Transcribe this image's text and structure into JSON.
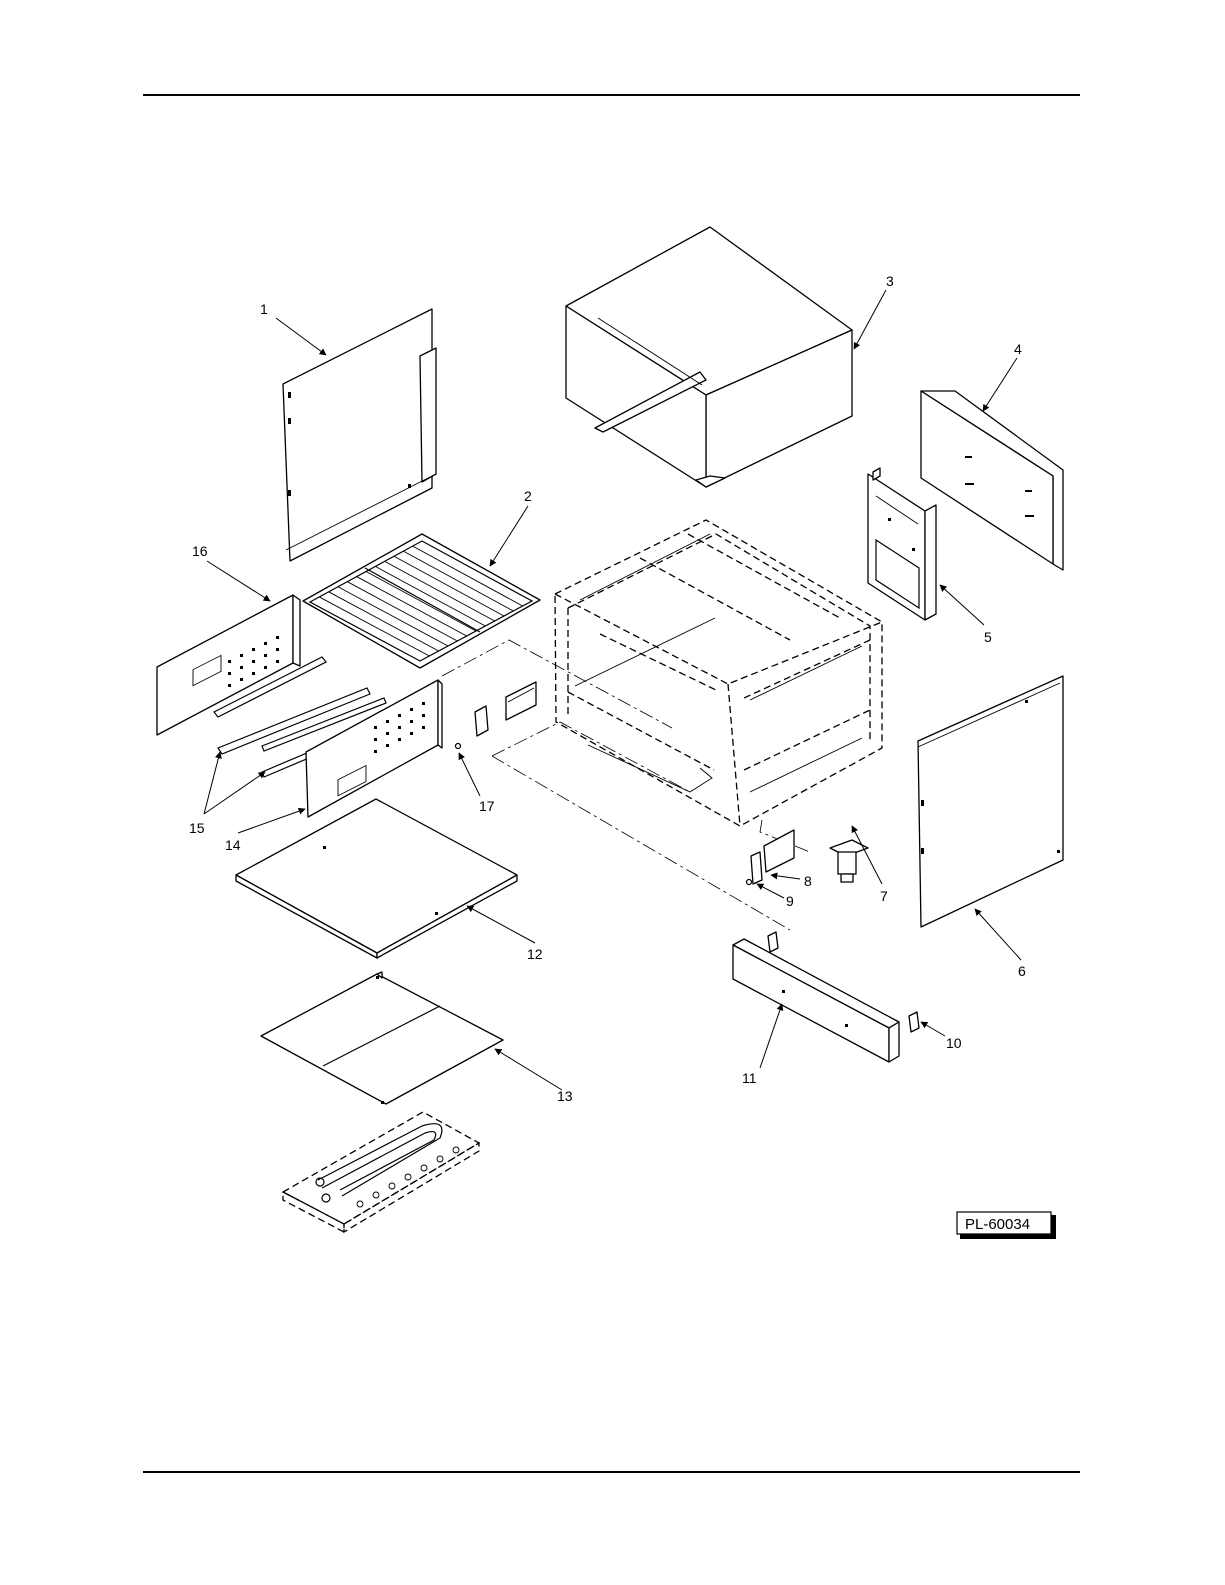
{
  "figure": {
    "reference_code": "PL-60034",
    "callouts": [
      "1",
      "2",
      "3",
      "4",
      "5",
      "6",
      "7",
      "8",
      "9",
      "10",
      "11",
      "12",
      "13",
      "14",
      "15",
      "16",
      "17"
    ]
  }
}
